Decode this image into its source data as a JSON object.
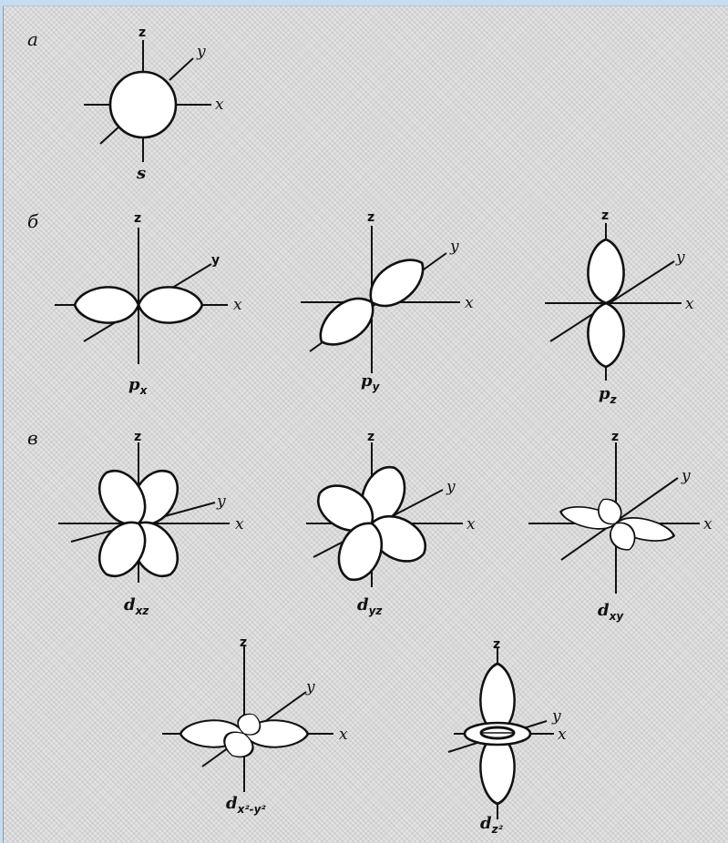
{
  "sections": [
    "а",
    "б",
    "в"
  ],
  "axes": {
    "x": "x",
    "y": "y",
    "z": "z"
  },
  "orbitals": {
    "s": {
      "main": "s",
      "sub": ""
    },
    "px": {
      "main": "p",
      "sub": "x"
    },
    "py": {
      "main": "p",
      "sub": "y"
    },
    "pz": {
      "main": "p",
      "sub": "z"
    },
    "dxz": {
      "main": "d",
      "sub": "xz"
    },
    "dyz": {
      "main": "d",
      "sub": "yz"
    },
    "dxy": {
      "main": "d",
      "sub": "xy"
    },
    "dx2y2": {
      "main": "d",
      "sub": "x²-y²"
    },
    "dz2": {
      "main": "d",
      "sub": "z²"
    }
  }
}
